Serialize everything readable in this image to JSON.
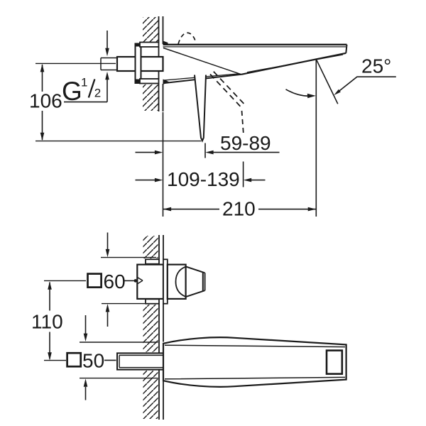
{
  "drawing": {
    "type": "technical-installation-diagram",
    "product": "wall-mounted two-hole basin mixer",
    "colors": {
      "line": "#1a1a1a",
      "background": "#ffffff"
    },
    "side_view": {
      "dim_height_center_to_outlet": "106",
      "thread_label": {
        "letter": "G",
        "numerator": "1",
        "denominator": "2"
      },
      "dim_lever_tip_range": "59-89",
      "dim_lever_tip_range_open": "109-139",
      "dim_spout_projection": "210",
      "dim_spout_angle": "25°"
    },
    "plan_view": {
      "dim_handle_square": "60",
      "dim_spout_square": "50",
      "dim_vertical_spacing": "110"
    }
  }
}
